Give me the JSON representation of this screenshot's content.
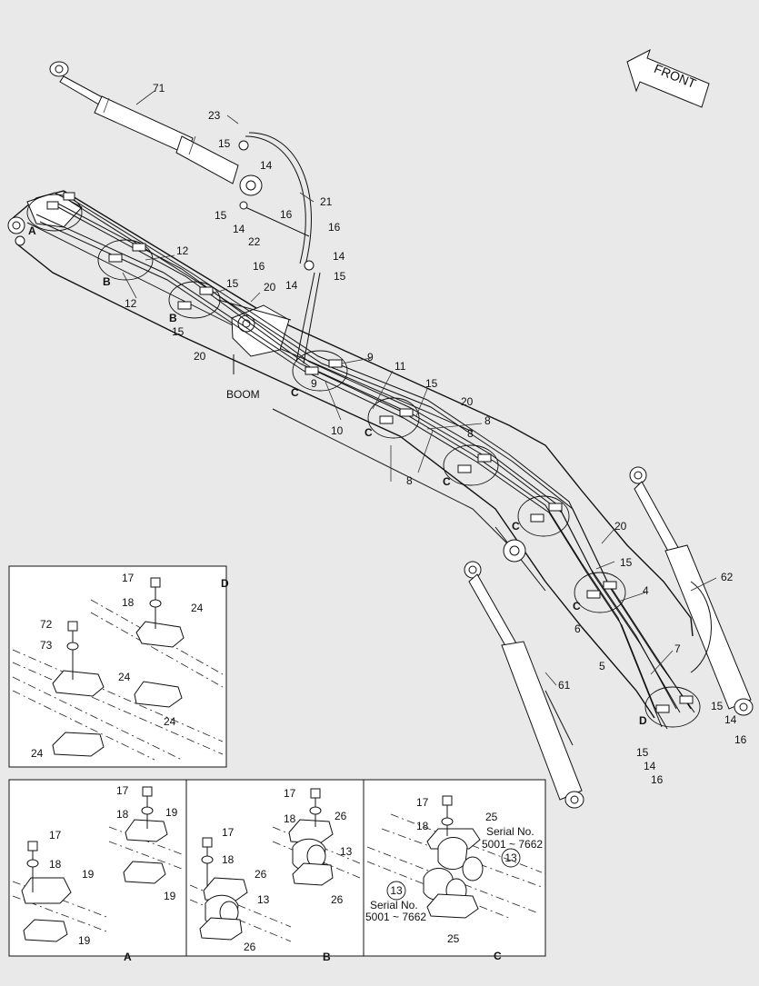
{
  "direction_arrow": {
    "text": "FRONT"
  },
  "main": {
    "boom_label": "BOOM",
    "labels": [
      {
        "id": "71",
        "t": "71"
      },
      {
        "id": "23",
        "t": "23"
      },
      {
        "id": "15a",
        "t": "15"
      },
      {
        "id": "14a",
        "t": "14"
      },
      {
        "id": "21",
        "t": "21"
      },
      {
        "id": "15b",
        "t": "15"
      },
      {
        "id": "16a",
        "t": "16"
      },
      {
        "id": "14b",
        "t": "14"
      },
      {
        "id": "22",
        "t": "22"
      },
      {
        "id": "16b",
        "t": "16"
      },
      {
        "id": "14c",
        "t": "14"
      },
      {
        "id": "16c",
        "t": "16"
      },
      {
        "id": "14d",
        "t": "14"
      },
      {
        "id": "15c",
        "t": "15"
      },
      {
        "id": "12a",
        "t": "12"
      },
      {
        "id": "12b",
        "t": "12"
      },
      {
        "id": "15d",
        "t": "15"
      },
      {
        "id": "20a",
        "t": "20"
      },
      {
        "id": "15e",
        "t": "15"
      },
      {
        "id": "20b",
        "t": "20"
      },
      {
        "id": "9a",
        "t": "9"
      },
      {
        "id": "11",
        "t": "11"
      },
      {
        "id": "9b",
        "t": "9"
      },
      {
        "id": "15f",
        "t": "15"
      },
      {
        "id": "20c",
        "t": "20"
      },
      {
        "id": "10",
        "t": "10"
      },
      {
        "id": "8a",
        "t": "8"
      },
      {
        "id": "8b",
        "t": "8"
      },
      {
        "id": "8c",
        "t": "8"
      },
      {
        "id": "20d",
        "t": "20"
      },
      {
        "id": "15g",
        "t": "15"
      },
      {
        "id": "4",
        "t": "4"
      },
      {
        "id": "6",
        "t": "6"
      },
      {
        "id": "62",
        "t": "62"
      },
      {
        "id": "5",
        "t": "5"
      },
      {
        "id": "7",
        "t": "7"
      },
      {
        "id": "61",
        "t": "61"
      },
      {
        "id": "15h",
        "t": "15"
      },
      {
        "id": "14e",
        "t": "14"
      },
      {
        "id": "16d",
        "t": "16"
      },
      {
        "id": "15i",
        "t": "15"
      },
      {
        "id": "14f",
        "t": "14"
      },
      {
        "id": "16e",
        "t": "16"
      }
    ],
    "view_refs": [
      {
        "id": "A",
        "t": "A"
      },
      {
        "id": "B1",
        "t": "B"
      },
      {
        "id": "B2",
        "t": "B"
      },
      {
        "id": "C1",
        "t": "C"
      },
      {
        "id": "C2",
        "t": "C"
      },
      {
        "id": "C3",
        "t": "C"
      },
      {
        "id": "C4",
        "t": "C"
      },
      {
        "id": "C5",
        "t": "C"
      },
      {
        "id": "D",
        "t": "D"
      }
    ]
  },
  "detail_d": {
    "title": "D",
    "labels": [
      {
        "id": "17",
        "t": "17"
      },
      {
        "id": "18",
        "t": "18"
      },
      {
        "id": "24a",
        "t": "24"
      },
      {
        "id": "72",
        "t": "72"
      },
      {
        "id": "73",
        "t": "73"
      },
      {
        "id": "24b",
        "t": "24"
      },
      {
        "id": "24c",
        "t": "24"
      },
      {
        "id": "24d",
        "t": "24"
      }
    ]
  },
  "detail_a": {
    "title": "A",
    "labels": [
      {
        "id": "17a",
        "t": "17"
      },
      {
        "id": "18a",
        "t": "18"
      },
      {
        "id": "19a",
        "t": "19"
      },
      {
        "id": "19b",
        "t": "19"
      },
      {
        "id": "17b",
        "t": "17"
      },
      {
        "id": "18b",
        "t": "18"
      },
      {
        "id": "19c",
        "t": "19"
      },
      {
        "id": "19d",
        "t": "19"
      }
    ]
  },
  "detail_b": {
    "title": "B",
    "labels": [
      {
        "id": "17a",
        "t": "17"
      },
      {
        "id": "18a",
        "t": "18"
      },
      {
        "id": "26a",
        "t": "26"
      },
      {
        "id": "13a",
        "t": "13"
      },
      {
        "id": "26b",
        "t": "26"
      },
      {
        "id": "17b",
        "t": "17"
      },
      {
        "id": "18b",
        "t": "18"
      },
      {
        "id": "26c",
        "t": "26"
      },
      {
        "id": "13b",
        "t": "13"
      },
      {
        "id": "26d",
        "t": "26"
      }
    ]
  },
  "detail_c": {
    "title": "C",
    "labels": [
      {
        "id": "17",
        "t": "17"
      },
      {
        "id": "18",
        "t": "18"
      },
      {
        "id": "25a",
        "t": "25"
      },
      {
        "id": "25b",
        "t": "25"
      }
    ],
    "circled": [
      {
        "id": "13a",
        "t": "13"
      },
      {
        "id": "13b",
        "t": "13"
      }
    ],
    "serial_top": {
      "line1": "Serial No.",
      "line2": "5001 ~ 7662"
    },
    "serial_bottom": {
      "line1": "Serial No.",
      "line2": "5001 ~ 7662"
    }
  }
}
